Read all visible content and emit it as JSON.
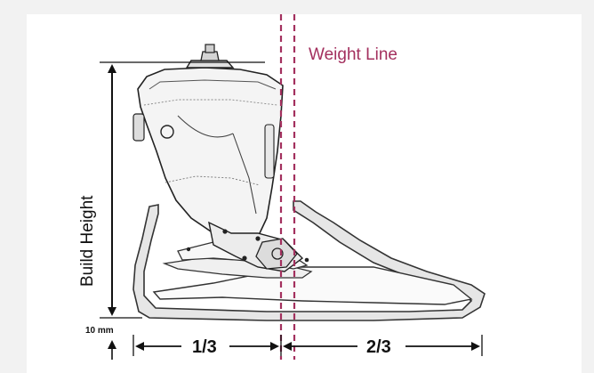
{
  "diagram": {
    "weight_line_label": "Weight Line",
    "build_height_label": "Build Height",
    "offset_label": "10 mm",
    "left_fraction_label": "1/3",
    "right_fraction_label": "2/3"
  },
  "colors": {
    "weight_line": "#a3305e",
    "outline": "#222222",
    "foot_shell_fill": "#e6e6e6",
    "background": "#f2f2f2",
    "panel": "#ffffff"
  }
}
